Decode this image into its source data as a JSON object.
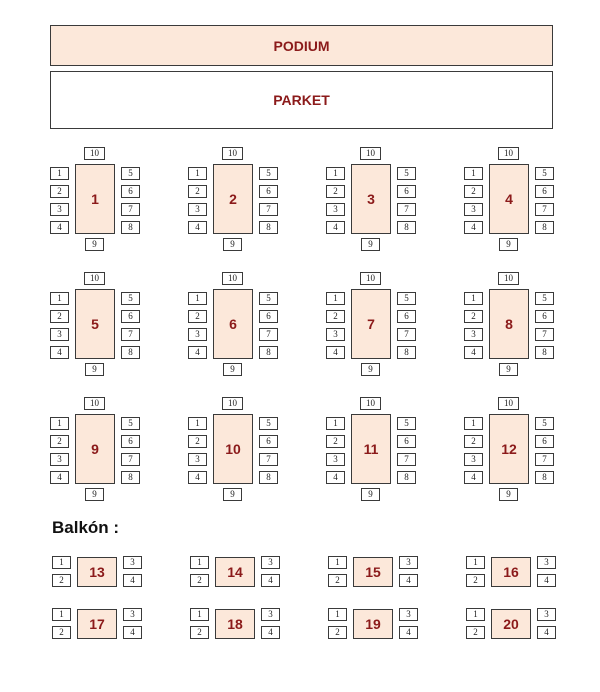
{
  "podium": "PODIUM",
  "parket": "PARKET",
  "balkon_label": "Balkón :",
  "main_tables": [
    {
      "label": "1",
      "seats": [
        "1",
        "2",
        "3",
        "4",
        "5",
        "6",
        "7",
        "8",
        "9",
        "10"
      ]
    },
    {
      "label": "2",
      "seats": [
        "1",
        "2",
        "3",
        "4",
        "5",
        "6",
        "7",
        "8",
        "9",
        "10"
      ]
    },
    {
      "label": "3",
      "seats": [
        "1",
        "2",
        "3",
        "4",
        "5",
        "6",
        "7",
        "8",
        "9",
        "10"
      ]
    },
    {
      "label": "4",
      "seats": [
        "1",
        "2",
        "3",
        "4",
        "5",
        "6",
        "7",
        "8",
        "9",
        "10"
      ]
    },
    {
      "label": "5",
      "seats": [
        "1",
        "2",
        "3",
        "4",
        "5",
        "6",
        "7",
        "8",
        "9",
        "10"
      ]
    },
    {
      "label": "6",
      "seats": [
        "1",
        "2",
        "3",
        "4",
        "5",
        "6",
        "7",
        "8",
        "9",
        "10"
      ]
    },
    {
      "label": "7",
      "seats": [
        "1",
        "2",
        "3",
        "4",
        "5",
        "6",
        "7",
        "8",
        "9",
        "10"
      ]
    },
    {
      "label": "8",
      "seats": [
        "1",
        "2",
        "3",
        "4",
        "5",
        "6",
        "7",
        "8",
        "9",
        "10"
      ]
    },
    {
      "label": "9",
      "seats": [
        "1",
        "2",
        "3",
        "4",
        "5",
        "6",
        "7",
        "8",
        "9",
        "10"
      ]
    },
    {
      "label": "10",
      "seats": [
        "1",
        "2",
        "3",
        "4",
        "5",
        "6",
        "7",
        "8",
        "9",
        "10"
      ]
    },
    {
      "label": "11",
      "seats": [
        "1",
        "2",
        "3",
        "4",
        "5",
        "6",
        "7",
        "8",
        "9",
        "10"
      ]
    },
    {
      "label": "12",
      "seats": [
        "1",
        "2",
        "3",
        "4",
        "5",
        "6",
        "7",
        "8",
        "9",
        "10"
      ]
    }
  ],
  "balcony_tables": [
    {
      "label": "13",
      "seats": [
        "1",
        "2",
        "3",
        "4"
      ]
    },
    {
      "label": "14",
      "seats": [
        "1",
        "2",
        "3",
        "4"
      ]
    },
    {
      "label": "15",
      "seats": [
        "1",
        "2",
        "3",
        "4"
      ]
    },
    {
      "label": "16",
      "seats": [
        "1",
        "2",
        "3",
        "4"
      ]
    },
    {
      "label": "17",
      "seats": [
        "1",
        "2",
        "3",
        "4"
      ]
    },
    {
      "label": "18",
      "seats": [
        "1",
        "2",
        "3",
        "4"
      ]
    },
    {
      "label": "19",
      "seats": [
        "1",
        "2",
        "3",
        "4"
      ]
    },
    {
      "label": "20",
      "seats": [
        "1",
        "2",
        "3",
        "4"
      ]
    }
  ]
}
